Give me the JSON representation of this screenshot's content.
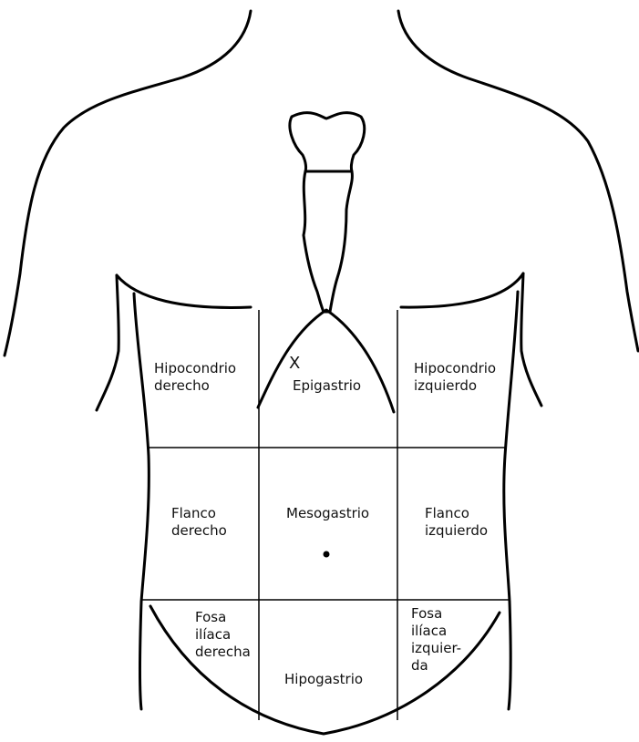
{
  "regions": [
    {
      "id": "hipocondrio-derecho",
      "lines": [
        "Hipocondrio",
        "derecho"
      ]
    },
    {
      "id": "epigastrio",
      "lines": [
        "Epigastrio"
      ]
    },
    {
      "id": "hipocondrio-izquierdo",
      "lines": [
        "Hipocondrio",
        "izquierdo"
      ]
    },
    {
      "id": "flanco-derecho",
      "lines": [
        "Flanco",
        "derecho"
      ]
    },
    {
      "id": "mesogastrio",
      "lines": [
        "Mesogastrio"
      ]
    },
    {
      "id": "flanco-izquierdo",
      "lines": [
        "Flanco",
        "izquierdo"
      ]
    },
    {
      "id": "fosa-iliaca-derecha",
      "lines": [
        "Fosa",
        "ilíaca",
        "derecha"
      ]
    },
    {
      "id": "hipogastrio",
      "lines": [
        "Hipogastrio"
      ]
    },
    {
      "id": "fosa-iliaca-izquierda",
      "lines": [
        "Fosa",
        "ilíaca",
        "izquier-",
        "da"
      ]
    }
  ],
  "markers": {
    "x_mark": "X"
  },
  "colors": {
    "line": "#000000",
    "background": "#ffffff",
    "text": "#111111"
  }
}
